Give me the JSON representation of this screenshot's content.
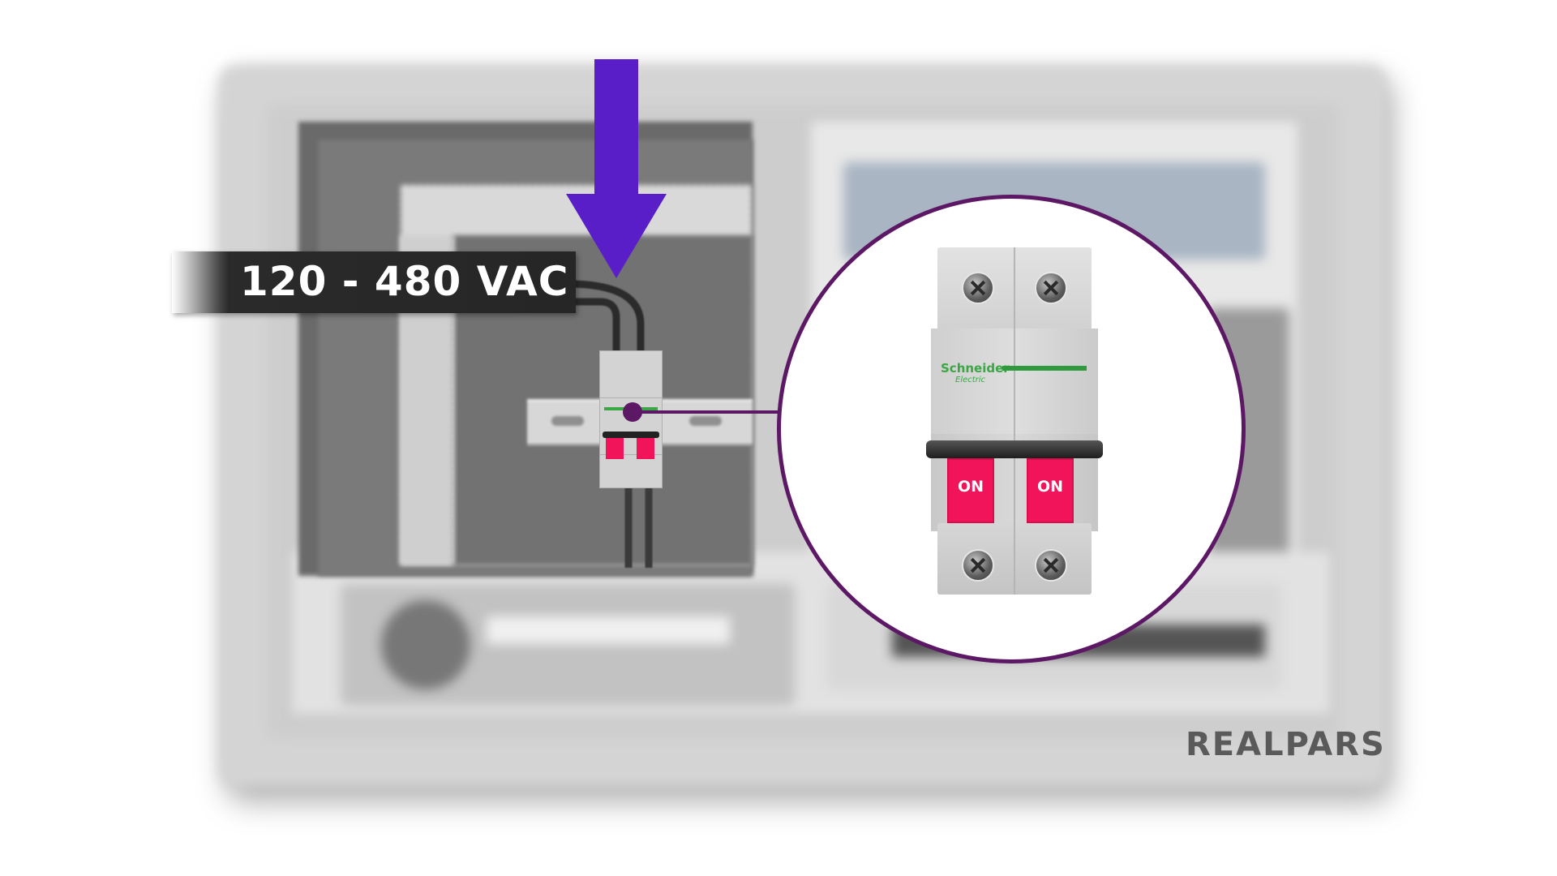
{
  "label": {
    "text": "120 - 480 VAC"
  },
  "breaker": {
    "brand_name": "Schneider",
    "brand_sub": "Electric",
    "pole_1_state": "ON",
    "pole_2_state": "ON"
  },
  "logo": {
    "text": "REALPARS"
  },
  "colors": {
    "arrow": "#5a1ec8",
    "callout_border": "#5c1765",
    "toggle": "#f2145a",
    "brand_green": "#3aa644",
    "label_bg": "#262626"
  },
  "icons": [
    "down-arrow-icon",
    "screw-icon"
  ]
}
